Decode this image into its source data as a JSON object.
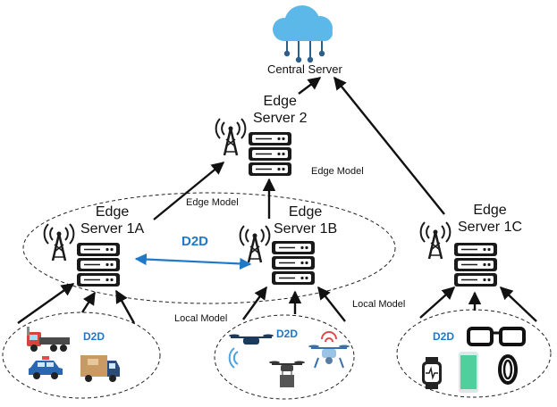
{
  "diagram": {
    "central_server": "Central Server",
    "edge_server_2": [
      "Edge",
      "Server 2"
    ],
    "edge_server_1a": [
      "Edge",
      "Server 1A"
    ],
    "edge_server_1b": [
      "Edge",
      "Server 1B"
    ],
    "edge_server_1c": [
      "Edge",
      "Server 1C"
    ],
    "edge_model_label": "Edge Model",
    "local_model_label": "Local Model",
    "d2d_label": "D2D"
  },
  "colors": {
    "d2d_accent": "#1f78c8",
    "cloud": "#5bb8e8",
    "server_dark": "#1a1a1a"
  },
  "icons": [
    "cloud-icon",
    "antenna-icon",
    "server-rack-icon",
    "truck-icon",
    "police-car-icon",
    "delivery-van-icon",
    "drone-icon",
    "smartwatch-icon",
    "smartphone-icon",
    "smart-ring-icon",
    "glasses-icon"
  ]
}
